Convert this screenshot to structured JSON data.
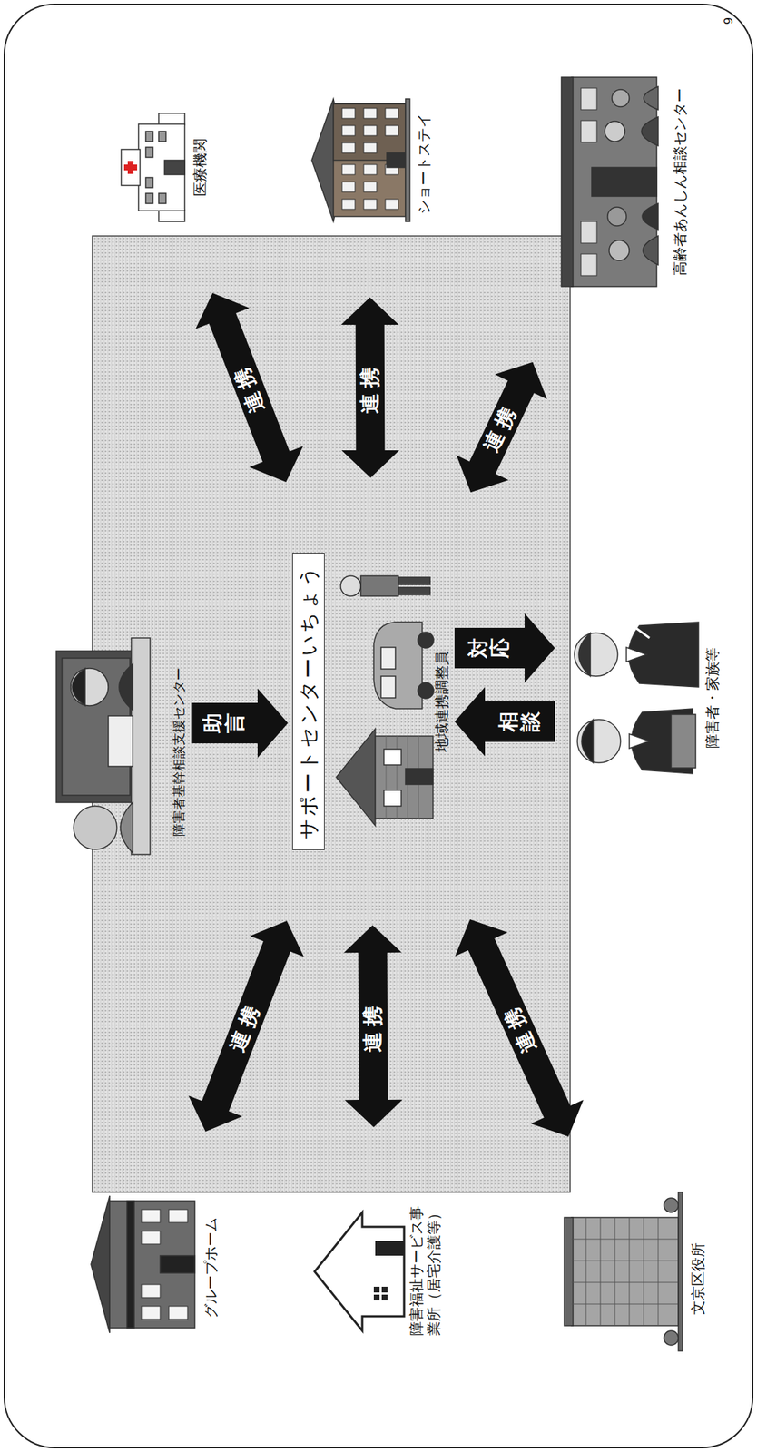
{
  "diagram": {
    "nodes": [
      {
        "text": [
          "障害者基幹相談支援センター"
        ]
      },
      {
        "text": [
          "サポートセンターいちょう",
          "地域連携調整員"
        ]
      },
      {
        "text": [
          "医療機関"
        ]
      },
      {
        "text": [
          "ショートステイ"
        ]
      },
      {
        "text": [
          "高齢者あんしん相談センター"
        ]
      },
      {
        "text": [
          "グループホーム"
        ]
      },
      {
        "text": [
          "障害福祉サービス事 業所（居宅介護等）"
        ]
      },
      {
        "text": [
          "文京区役所"
        ]
      },
      {
        "text": [
          "障害者・家族等"
        ]
      }
    ],
    "edges": [
      {
        "from": 0,
        "to": 1,
        "label": "助言",
        "arrow": "to"
      },
      {
        "from": 1,
        "to": 2,
        "label": "連携",
        "arrow": "both"
      },
      {
        "from": 1,
        "to": 3,
        "label": "連携",
        "arrow": "both"
      },
      {
        "from": 1,
        "to": 4,
        "label": "連携",
        "arrow": "both"
      },
      {
        "from": 1,
        "to": 5,
        "label": "連携",
        "arrow": "both"
      },
      {
        "from": 1,
        "to": 6,
        "label": "連携",
        "arrow": "both"
      },
      {
        "from": 1,
        "to": 7,
        "label": "連携",
        "arrow": "both"
      },
      {
        "from": 8,
        "to": 1,
        "label": "相談",
        "arrow": "to"
      },
      {
        "from": 1,
        "to": 8,
        "label": "対応",
        "arrow": "to"
      }
    ],
    "labels": [
      "9"
    ]
  }
}
